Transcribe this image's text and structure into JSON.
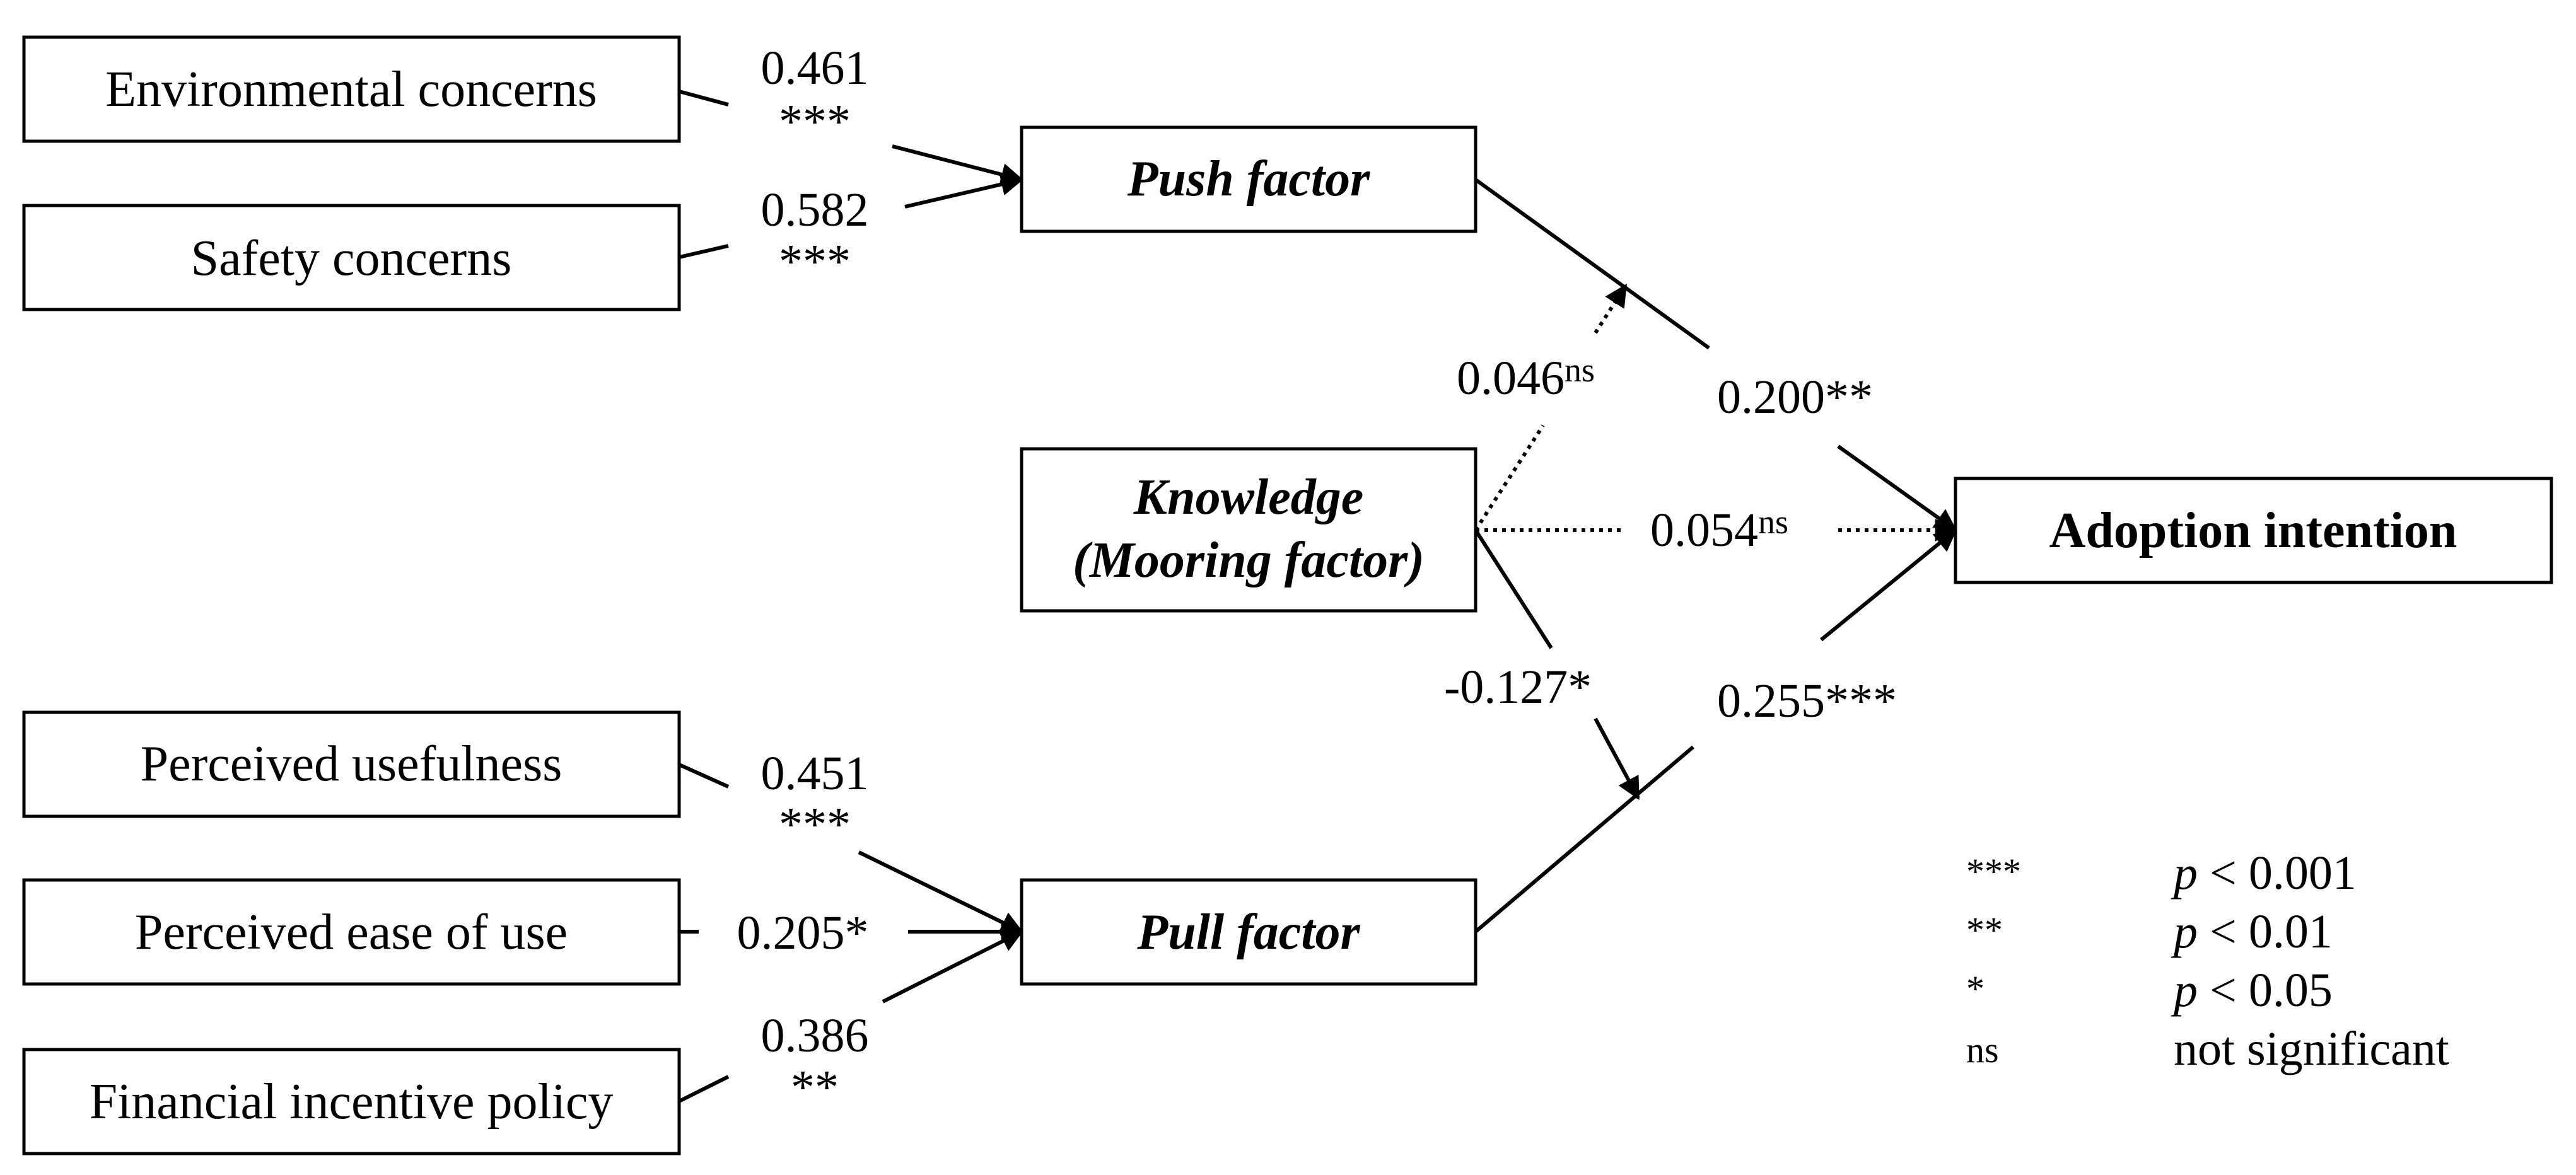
{
  "nodes": {
    "env": "Environmental concerns",
    "safety": "Safety concerns",
    "push": "Push factor",
    "knowledge_line1": "Knowledge",
    "knowledge_line2": "(Mooring factor)",
    "adoption": "Adoption intention",
    "usefulness": "Perceived usefulness",
    "ease": "Perceived ease of use",
    "financial": "Financial incentive policy",
    "pull": "Pull factor"
  },
  "coefficients": {
    "env_push": {
      "value": "0.461",
      "sig": "***"
    },
    "safety_push": {
      "value": "0.582",
      "sig": "***"
    },
    "usefulness_pull": {
      "value": "0.451",
      "sig": "***"
    },
    "ease_pull": {
      "value": "0.205*"
    },
    "financial_pull": {
      "value": "0.386",
      "sig": "**"
    },
    "knowledge_push_mod": {
      "value": "0.046",
      "sig": "ns"
    },
    "push_adoption": {
      "value": "0.200**"
    },
    "knowledge_adoption": {
      "value": "0.054",
      "sig": "ns"
    },
    "knowledge_pull_mod": {
      "value": "-0.127*"
    },
    "pull_adoption": {
      "value": "0.255***"
    }
  },
  "legend": [
    {
      "symbol": "***",
      "p": "p",
      "text": " < 0.001"
    },
    {
      "symbol": "**",
      "p": "p",
      "text": " < 0.01"
    },
    {
      "symbol": "*",
      "p": "p",
      "text": " < 0.05"
    },
    {
      "symbol": "ns",
      "p": "",
      "text": "not significant"
    }
  ]
}
